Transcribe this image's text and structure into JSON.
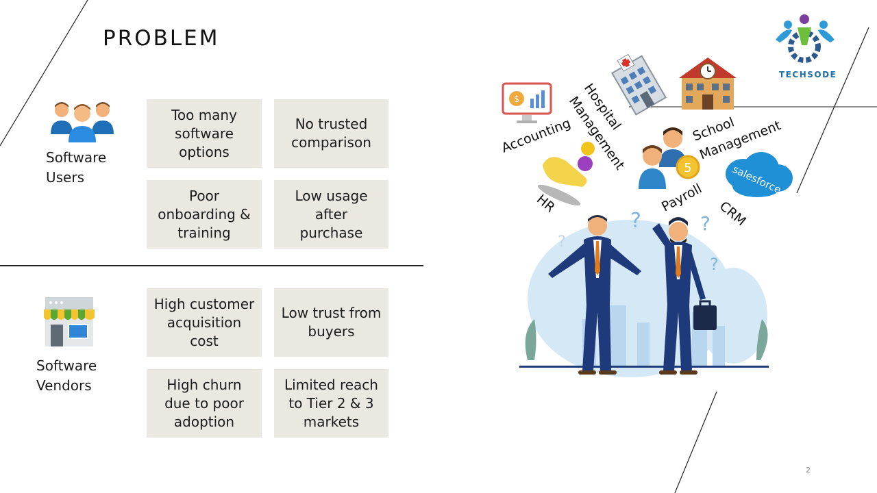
{
  "slide": {
    "title": "PROBLEM",
    "page_number": "2",
    "brand": "TECHSODE"
  },
  "users": {
    "label_line1": "Software",
    "label_line2": "Users",
    "icon": "users-group-icon",
    "problems": [
      {
        "l1": "Too many",
        "l2": "software",
        "l3": "options"
      },
      {
        "l1": "No trusted",
        "l2": "comparison",
        "l3": ""
      },
      {
        "l1": "Poor",
        "l2": "onboarding &",
        "l3": "training"
      },
      {
        "l1": "Low usage",
        "l2": "after",
        "l3": "purchase"
      }
    ]
  },
  "vendors": {
    "label_line1": "Software",
    "label_line2": "Vendors",
    "icon": "storefront-icon",
    "problems": [
      {
        "l1": "High customer",
        "l2": "acquisition",
        "l3": "cost"
      },
      {
        "l1": "Low trust from",
        "l2": "buyers",
        "l3": ""
      },
      {
        "l1": "High churn",
        "l2": "due to poor",
        "l3": "adoption"
      },
      {
        "l1": "Limited reach",
        "l2": "to Tier 2 & 3",
        "l3": "markets"
      }
    ]
  },
  "illustration": {
    "categories": {
      "accounting": "Accounting",
      "hospital_l1": "Hospital",
      "hospital_l2": "Management",
      "school_l1": "School",
      "school_l2": "Management",
      "hr": "HR",
      "payroll": "Payroll",
      "crm": "CRM",
      "salesforce": "salesforce"
    }
  },
  "colors": {
    "box_bg": "#ebe8e2",
    "suit": "#1f3a7a",
    "tie": "#e07a1f",
    "cloud": "#1f8fd6"
  }
}
